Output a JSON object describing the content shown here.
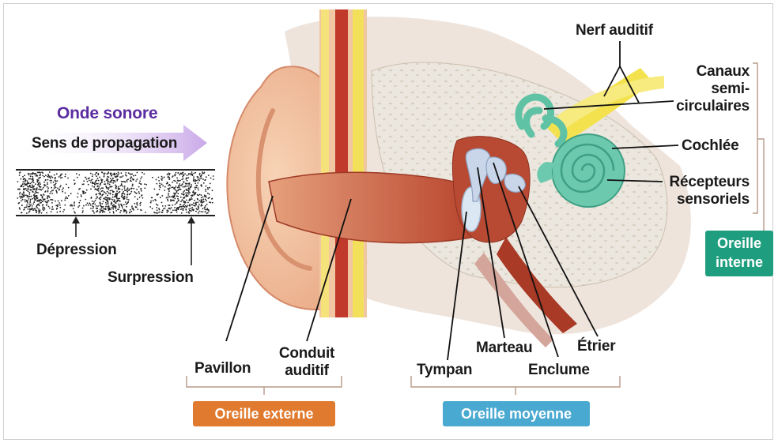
{
  "wave": {
    "title": "Onde sonore",
    "direction": "Sens de propagation",
    "depression": "Dépression",
    "surpression": "Surpression"
  },
  "labels": {
    "nerf": "Nerf auditif",
    "canaux_l1": "Canaux",
    "canaux_l2": "semi-",
    "canaux_l3": "circulaires",
    "cochlee": "Cochlée",
    "recepteurs_l1": "Récepteurs",
    "recepteurs_l2": "sensoriels",
    "pavillon": "Pavillon",
    "conduit_l1": "Conduit",
    "conduit_l2": "auditif",
    "tympan": "Tympan",
    "marteau": "Marteau",
    "enclume": "Enclume",
    "etrier": "Étrier"
  },
  "sections": {
    "externe": "Oreille externe",
    "moyenne": "Oreille moyenne",
    "interne_l1": "Oreille",
    "interne_l2": "interne"
  },
  "colors": {
    "onde_title": "#5b2ca0",
    "externe_badge": "#e07a2e",
    "moyenne_badge": "#4aa9d0",
    "interne_badge": "#1e9e7e",
    "cochlea": "#6cc9ad",
    "nerve": "#f2e24a",
    "canal": "#c0563c",
    "skin": "#f2c19e"
  }
}
